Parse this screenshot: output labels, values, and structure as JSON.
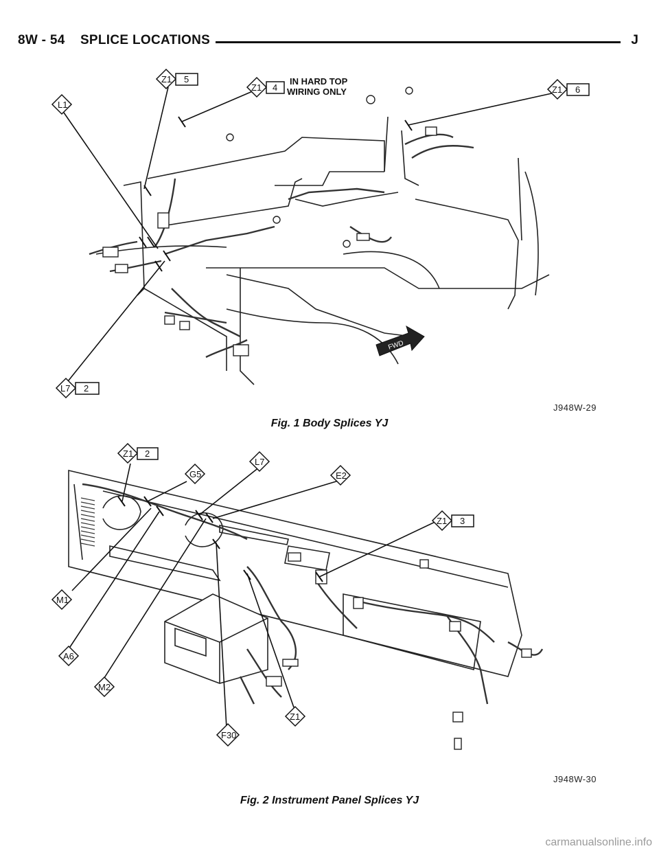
{
  "header": {
    "section": "8W - 54",
    "title": "SPLICE LOCATIONS",
    "right_mark": "J"
  },
  "figure1": {
    "caption": "Fig. 1 Body Splices YJ",
    "code": "J948W-29",
    "note": [
      "IN HARD TOP",
      "WIRING ONLY"
    ],
    "callouts": [
      {
        "id": "L1",
        "num": ""
      },
      {
        "id": "Z1",
        "num": "5"
      },
      {
        "id": "Z1",
        "num": "4"
      },
      {
        "id": "Z1",
        "num": "6"
      },
      {
        "id": "L7",
        "num": "2"
      }
    ],
    "arrow_label": "FWD"
  },
  "figure2": {
    "caption": "Fig. 2 Instrument Panel Splices YJ",
    "code": "J948W-30",
    "callouts": [
      {
        "id": "Z1",
        "num": "2"
      },
      {
        "id": "G5",
        "num": ""
      },
      {
        "id": "L7",
        "num": ""
      },
      {
        "id": "E2",
        "num": ""
      },
      {
        "id": "Z1",
        "num": "3"
      },
      {
        "id": "M1",
        "num": ""
      },
      {
        "id": "A6",
        "num": ""
      },
      {
        "id": "M2",
        "num": ""
      },
      {
        "id": "F30",
        "num": ""
      },
      {
        "id": "Z1",
        "num": ""
      }
    ]
  },
  "watermark": "carmanualsonline.info"
}
